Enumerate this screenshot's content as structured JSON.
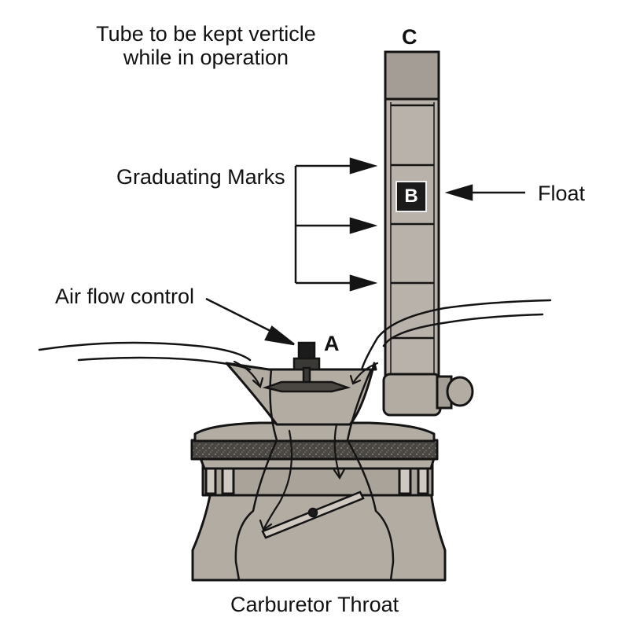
{
  "notes": {
    "orientation_note": "Tube to be kept verticle while in operation"
  },
  "labels": {
    "graduating_marks": "Graduating Marks",
    "float": "Float",
    "air_flow_control": "Air flow control",
    "carburetor_throat": "Carburetor Throat",
    "letter_a": "A",
    "letter_b": "B",
    "letter_c": "C"
  },
  "colors": {
    "body_fill": "#b3aca3",
    "tube_fill": "#b8b2aa",
    "outline": "#141414",
    "gasket": "#3a3835"
  }
}
